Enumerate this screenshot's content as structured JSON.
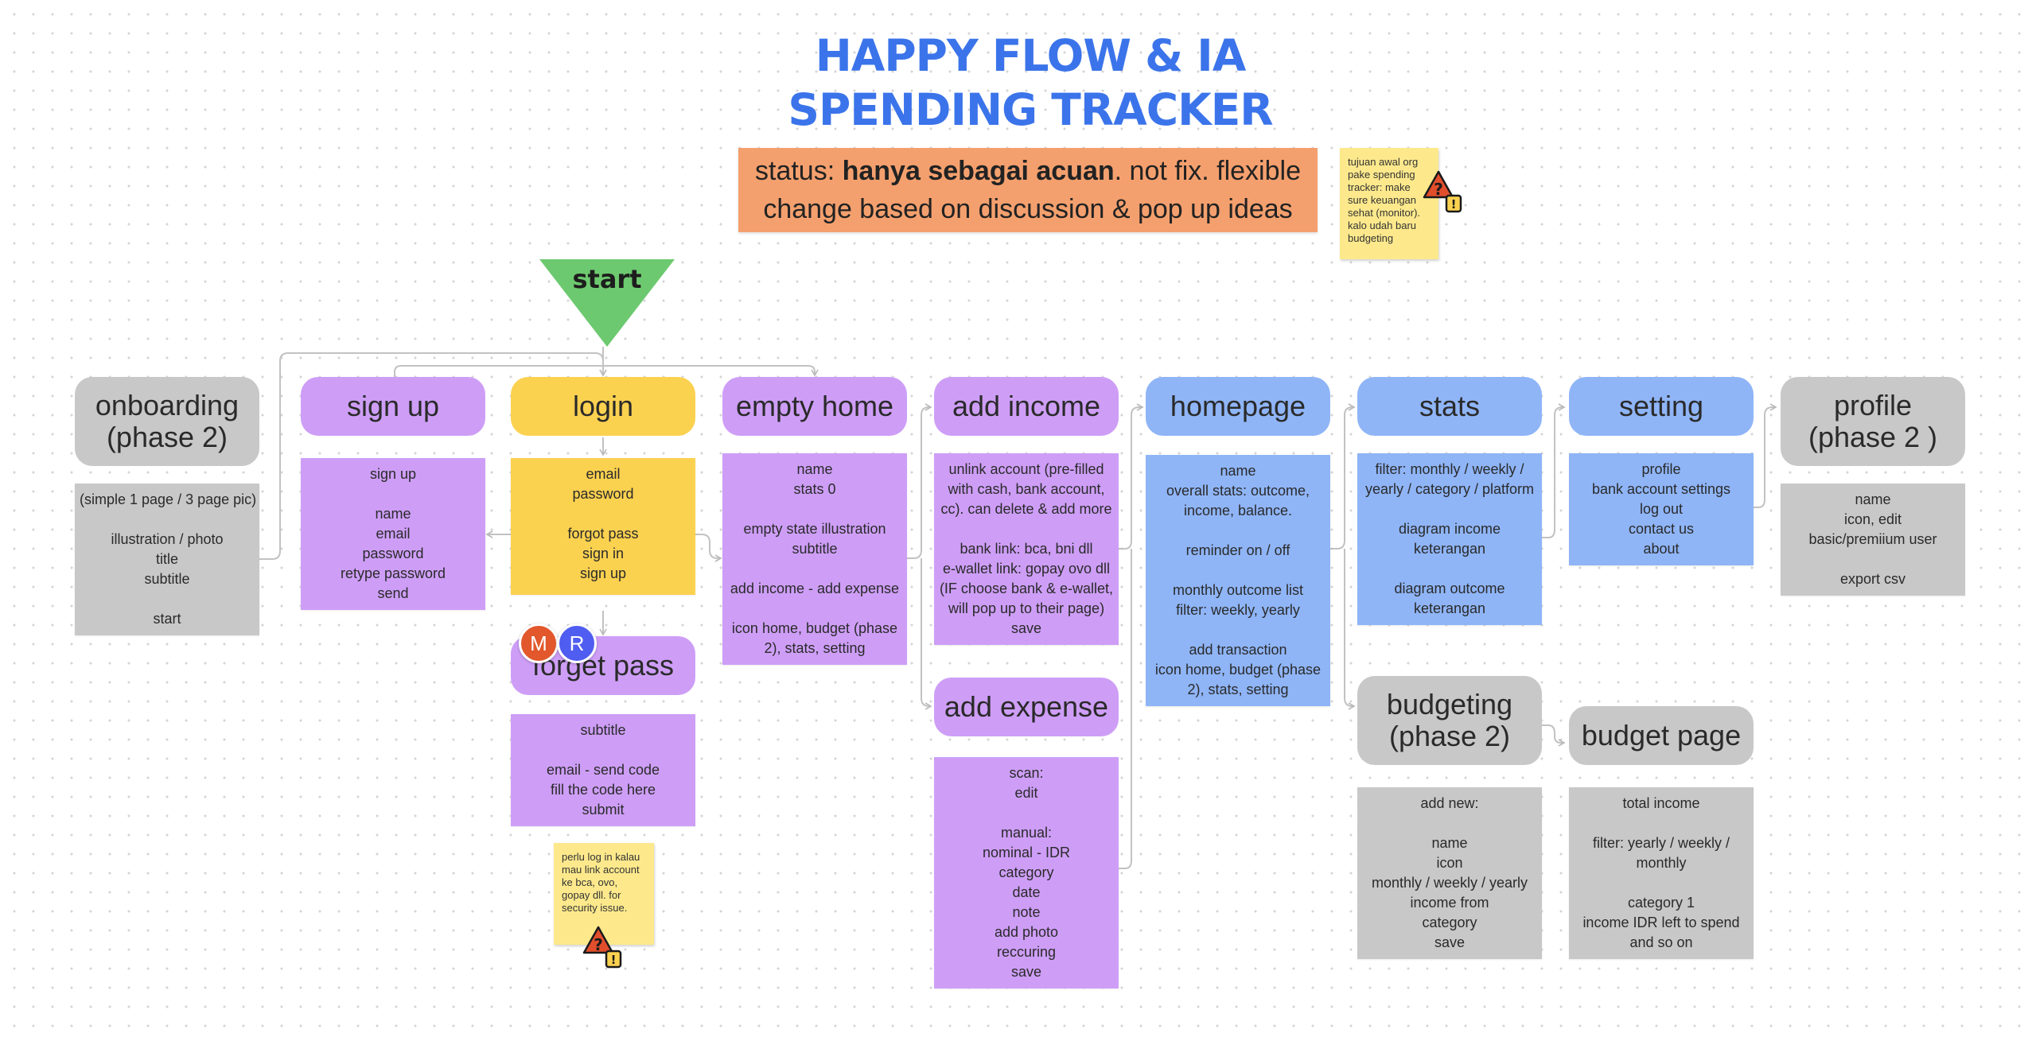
{
  "title": {
    "line1": "HAPPY FLOW & IA",
    "line2": "SPENDING TRACKER"
  },
  "status": {
    "line1_prefix": "status: ",
    "line1_bold": "hanya sebagai acuan",
    "line1_suffix": ". not fix. flexible",
    "line2": "change based on discussion & pop up ideas"
  },
  "notes": {
    "top": "tujuan awal org pake spending tracker: make sure keuangan sehat (monitor). kalo udah baru budgeting",
    "bottom": "perlu log in kalau mau link account ke bca, ovo, gopay dll. for security issue."
  },
  "start": "start",
  "avatars": [
    {
      "letter": "M",
      "color": "#e2572c"
    },
    {
      "letter": "R",
      "color": "#4f5df0"
    }
  ],
  "colors": {
    "title": "#3b74ea",
    "status_bg": "#f4a06e",
    "note": "#fde98c",
    "start": "#6dc96f",
    "purple": "#ce9ef7",
    "yellow": "#fbd150",
    "gray": "#c8c8c8",
    "blue": "#8fb5f7",
    "connector": "#c2c2c2"
  },
  "nodes": {
    "onboarding": {
      "title": [
        "onboarding",
        "(phase 2)"
      ],
      "items": [
        "(simple 1 page / 3 page pic)",
        "",
        "illustration / photo",
        "title",
        "subtitle",
        "",
        "start"
      ]
    },
    "signup": {
      "title": [
        "sign up"
      ],
      "items": [
        "sign up",
        "",
        "name",
        "email",
        "password",
        "retype password",
        "send"
      ]
    },
    "login": {
      "title": [
        "login"
      ],
      "items": [
        "email",
        "password",
        "",
        "forgot pass",
        "sign in",
        "sign up"
      ]
    },
    "forgot": {
      "title": [
        "forget pass"
      ],
      "items": [
        "subtitle",
        "",
        "email    -    send code",
        "fill the code here",
        "submit"
      ]
    },
    "emptyhome": {
      "title": [
        "empty home"
      ],
      "items": [
        "name",
        "stats 0",
        "",
        "empty state illustration",
        "subtitle",
        "",
        "add income - add expense",
        "",
        "icon home, budget (phase",
        "2), stats, setting"
      ]
    },
    "addincome": {
      "title": [
        "add income"
      ],
      "items": [
        "unlink account (pre-filled",
        "with cash, bank account,",
        "cc). can delete & add more",
        "",
        "bank link: bca, bni dll",
        "e-wallet link: gopay ovo dll",
        "(IF choose bank & e-wallet,",
        "will pop up to their page)",
        "save"
      ]
    },
    "addexpense": {
      "title": [
        "add expense"
      ],
      "items": [
        "scan:",
        "edit",
        "",
        "manual:",
        "nominal  -  IDR",
        "category",
        "date",
        "note",
        "add photo",
        "reccuring",
        "save"
      ]
    },
    "homepage": {
      "title": [
        "homepage"
      ],
      "items": [
        "name",
        "overall stats: outcome,",
        "income, balance.",
        "",
        "reminder on / off",
        "",
        "monthly outcome list",
        "filter: weekly, yearly",
        "",
        "add transaction",
        "icon home, budget (phase",
        "2), stats, setting"
      ]
    },
    "stats": {
      "title": [
        "stats"
      ],
      "items": [
        "filter: monthly / weekly /",
        "yearly / category / platform",
        "",
        "diagram income",
        "keterangan",
        "",
        "diagram outcome",
        "keterangan"
      ]
    },
    "budgeting": {
      "title": [
        "budgeting",
        "(phase 2)"
      ],
      "items": [
        "add new:",
        "",
        "name",
        "icon",
        "monthly / weekly / yearly",
        "income from",
        "category",
        "save"
      ]
    },
    "setting": {
      "title": [
        "setting"
      ],
      "items": [
        "profile",
        "bank account settings",
        "log out",
        "contact us",
        "about"
      ]
    },
    "budgetpage": {
      "title": [
        "budget page"
      ],
      "items": [
        "total income",
        "",
        "filter: yearly / weekly /",
        "monthly",
        "",
        "category 1",
        "income IDR left to spend",
        "and so on"
      ]
    },
    "profile": {
      "title": [
        "profile",
        "(phase 2 )"
      ],
      "items": [
        "name",
        "icon, edit",
        "basic/premiium user",
        "",
        "export csv"
      ]
    }
  }
}
